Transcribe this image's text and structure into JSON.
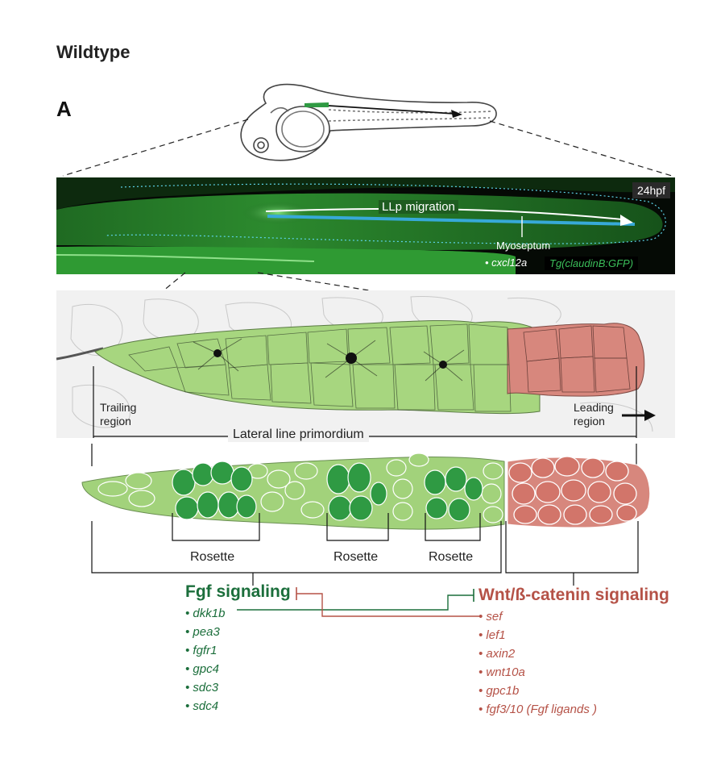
{
  "figure": {
    "heading": "Wildtype",
    "panel_letter": "A"
  },
  "microscopy": {
    "timepoint": "24hpf",
    "migration_label": "LLp migration",
    "myoseptum_label": "Myoseptum",
    "cxcl12a_label": "• cxcl12a",
    "transgene_label": "Tg(claudinB:GFP)"
  },
  "primordium": {
    "trailing_line1": "Trailing",
    "trailing_line2": "region",
    "leading_line1": "Leading",
    "leading_line2": "region",
    "name": "Lateral line primordium"
  },
  "schematic": {
    "rosette_labels": [
      "Rosette",
      "Rosette",
      "Rosette"
    ]
  },
  "signaling": {
    "fgf": {
      "title": "Fgf signaling",
      "genes": [
        "• dkk1b",
        "• pea3",
        "• fgfr1",
        "• gpc4",
        "• sdc3",
        "• sdc4"
      ]
    },
    "wnt": {
      "title": "Wnt/ß-catenin signaling",
      "genes": [
        "• sef",
        "• lef1",
        "• axin2",
        "• wnt10a",
        "• gpc1b",
        "• fgf3/10 (Fgf ligands )"
      ]
    }
  },
  "colors": {
    "fgf_green": "#1b6e3b",
    "wnt_red": "#b55247",
    "trailing_cell_green": "#9fd07a",
    "rosette_green": "#2f9a43",
    "leading_cell_red": "#d2756a",
    "gfp_green": "#3bbf5a"
  }
}
